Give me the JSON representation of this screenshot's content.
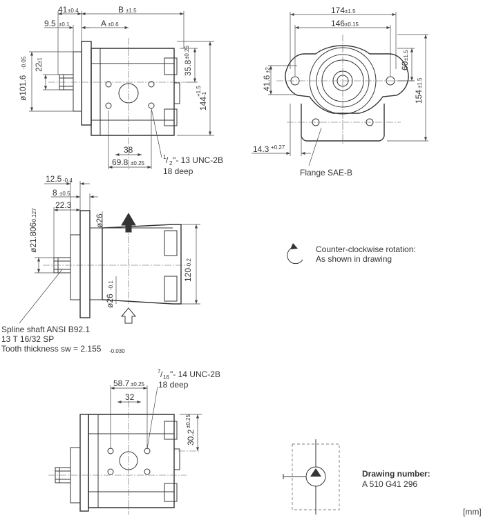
{
  "top_view": {
    "dim_41": "41",
    "tol_41": "±0.4",
    "dim_B": "B",
    "tol_B": "±1.5",
    "dim_9_5": "9.5",
    "tol_9_5": "±0.1",
    "dim_A": "A",
    "tol_A": "±0.6",
    "dim_101_6": "ø101.6",
    "tol_101_6": "-0.05",
    "dim_22": "22",
    "tol_22": "±1",
    "dim_35_8": "35.8",
    "tol_35_8": "±0.25",
    "dim_144": "144",
    "tol_144_up": "+1.5",
    "tol_144_dn": "-1",
    "dim_38": "38",
    "dim_69_8": "69.8",
    "tol_69_8": "±0.25",
    "thread_num": "1",
    "thread_den": "2",
    "thread_text": "\"- 13 UNC-2B",
    "thread_depth": "18 deep"
  },
  "front_view": {
    "dim_174": "174",
    "tol_174": "±1.5",
    "dim_146": "146",
    "tol_146": "±0.15",
    "dim_41_6": "41.6",
    "tol_41_6": "±2",
    "dim_60": "60",
    "tol_60": "±1.5",
    "dim_154": "154",
    "tol_154": "±1.5",
    "dim_14_3": "14.3",
    "tol_14_3": "+0.27",
    "flange_label": "Flange SAE-B"
  },
  "side_view": {
    "dim_12_5": "12.5",
    "tol_12_5": "-0.4",
    "dim_8": "8",
    "tol_8": "±0.5",
    "dim_22_3": "22.3",
    "dim_21_806": "ø21.806",
    "tol_21_806": "-0.127",
    "dim_26_top": "ø26",
    "dim_26_bot": "ø26",
    "tol_26_bot": "-0.1",
    "dim_120": "120",
    "tol_120": "-0.2",
    "spline_line1": "Spline shaft ANSI B92.1",
    "spline_line2": "13 T 16/32 SP",
    "spline_line3": "Tooth thickness sw = 2.155",
    "spline_tol": "-0.030"
  },
  "rotation": {
    "line1": "Counter-clockwise rotation:",
    "line2": "As shown in drawing"
  },
  "bottom_view": {
    "dim_58_7": "58.7",
    "tol_58_7": "±0.25",
    "dim_32": "32",
    "dim_30_2": "30.2",
    "tol_30_2": "±0.25",
    "thread_num": "7",
    "thread_den": "16",
    "thread_text": "\"- 14 UNC-2B",
    "thread_depth": "18 deep"
  },
  "drawing_number": {
    "label": "Drawing number:",
    "value": "A 510 G41 296"
  },
  "unit_label": "[mm]"
}
